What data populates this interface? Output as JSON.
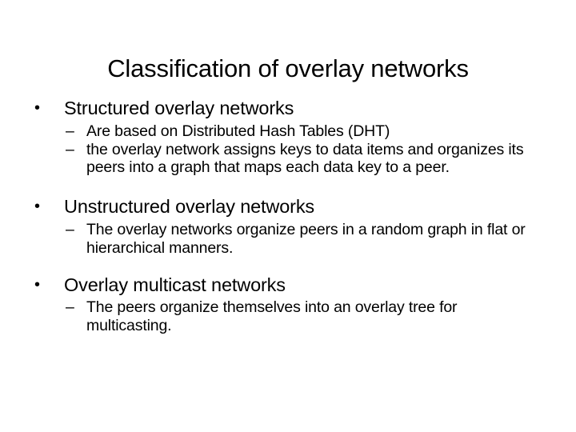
{
  "slide": {
    "title": "Classification of overlay networks",
    "background_color": "#ffffff",
    "text_color": "#000000",
    "bullet_marker": "•",
    "sub_bullet_marker": "–",
    "groups": [
      {
        "heading": "Structured overlay networks",
        "sub_items": [
          " Are based on Distributed Hash Tables (DHT)",
          " the overlay network assigns keys to data items and organizes its peers into a graph that maps each data key to a peer."
        ]
      },
      {
        "heading": "Unstructured overlay networks",
        "sub_items": [
          " The overlay networks organize peers in a random graph in flat or hierarchical manners."
        ]
      },
      {
        "heading": "Overlay multicast networks",
        "sub_items": [
          " The peers organize themselves into an overlay tree for multicasting."
        ]
      }
    ]
  }
}
